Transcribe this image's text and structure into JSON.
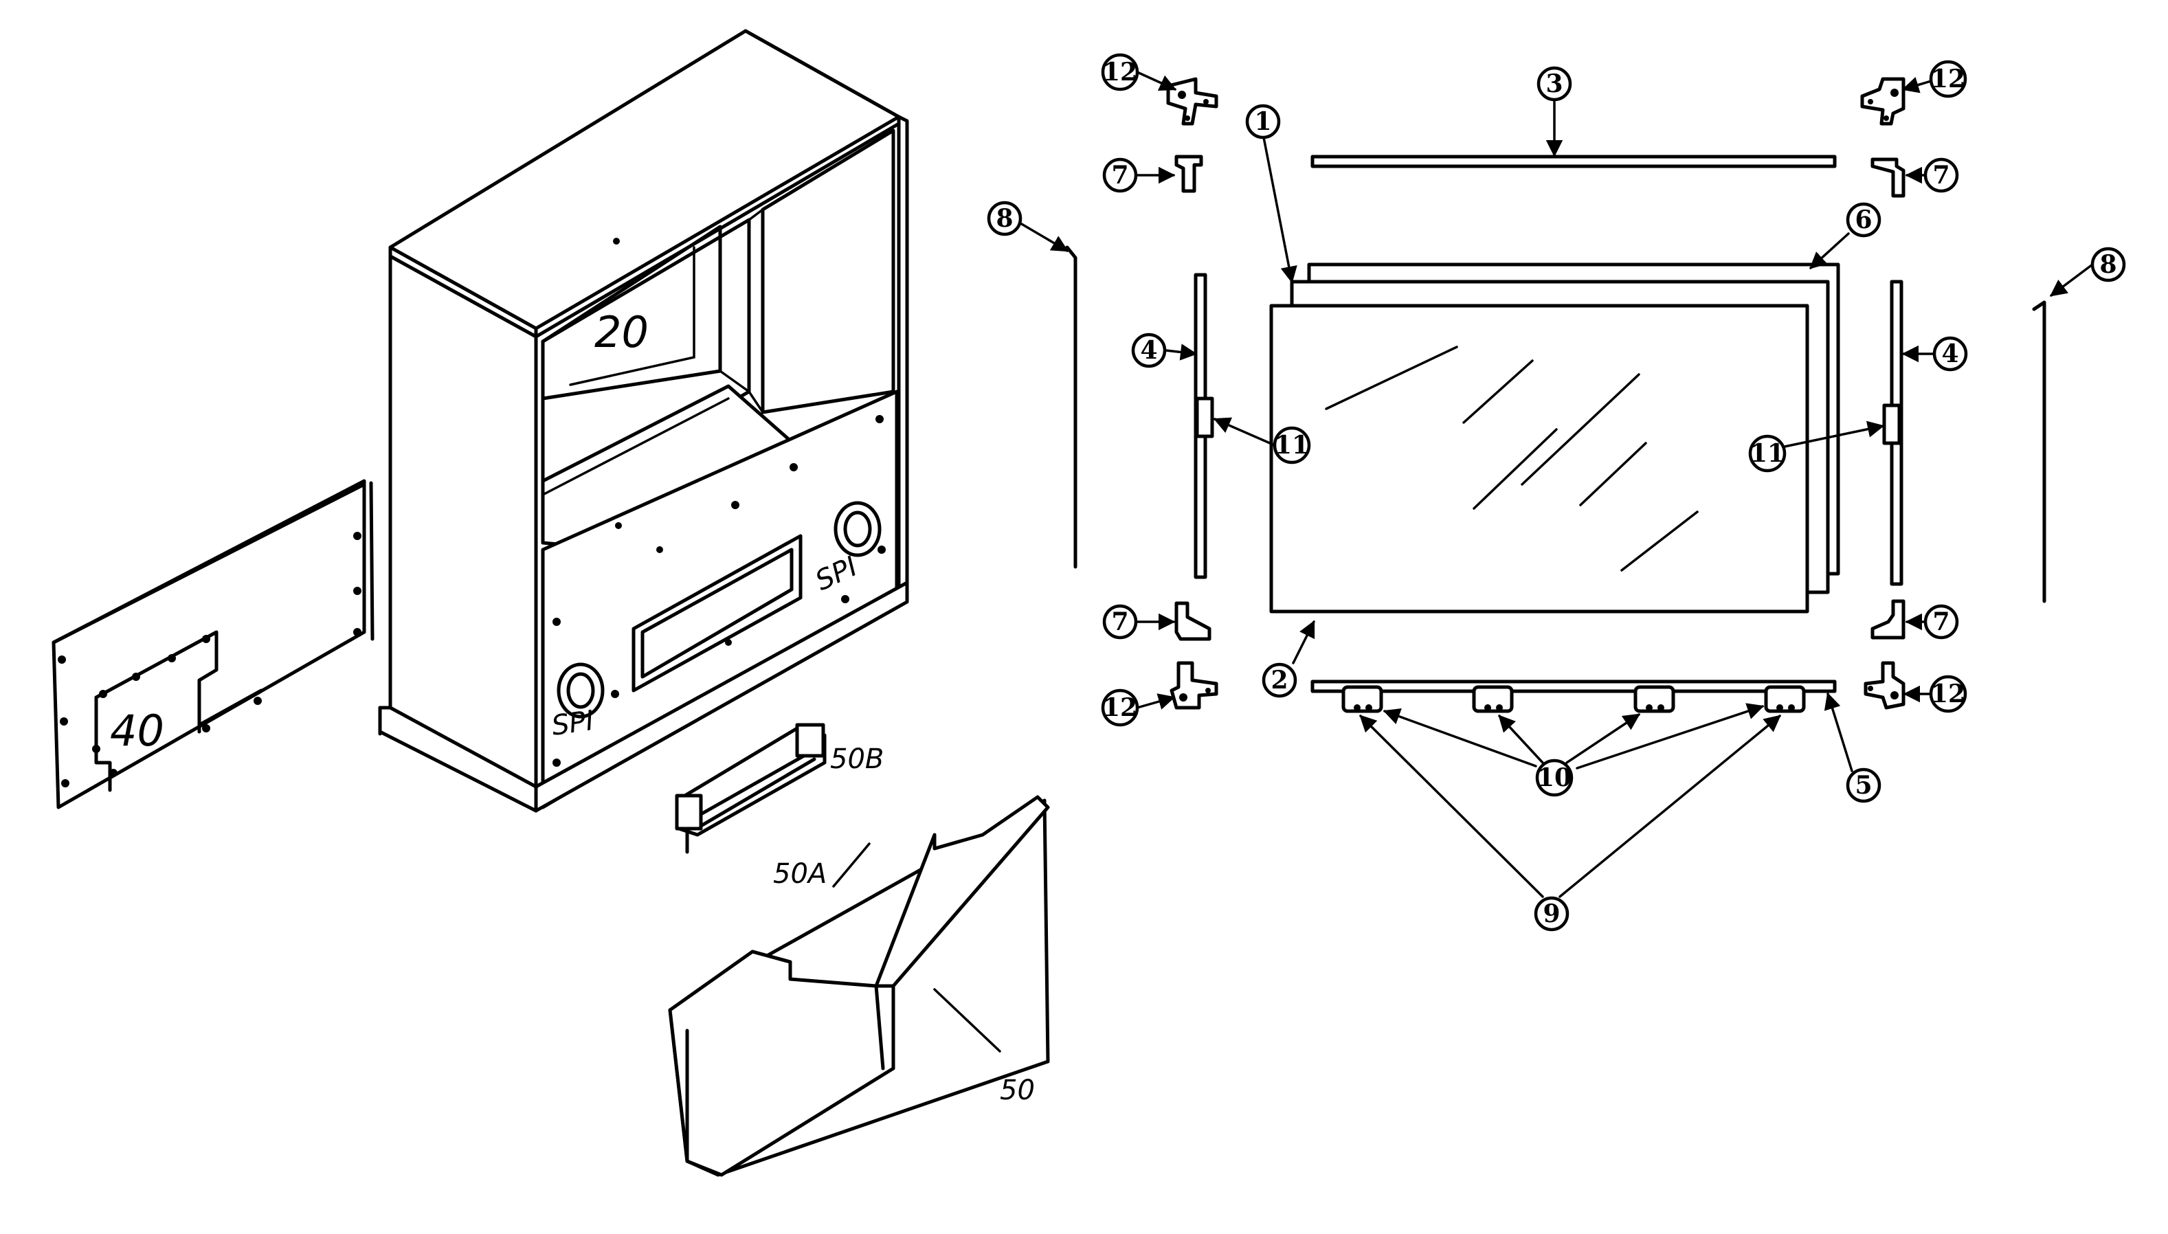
{
  "assembly_labels": {
    "cabinet": "20",
    "back_panel": "40",
    "base_front": "50",
    "base_top": "50A",
    "base_bracket": "50B",
    "speaker_left": "SPI",
    "speaker_right": "SPI"
  },
  "callouts": {
    "c1": "1",
    "c2": "2",
    "c3": "3",
    "c4_left": "4",
    "c4_right": "4",
    "c5": "5",
    "c6": "6",
    "c7_top_left": "7",
    "c7_top_right": "7",
    "c7_bottom_left": "7",
    "c7_bottom_right": "7",
    "c8_left": "8",
    "c8_right": "8",
    "c9": "9",
    "c10": "10",
    "c11_left": "11",
    "c11_right": "11",
    "c12_top_left": "12",
    "c12_top_right": "12",
    "c12_bottom_left": "12",
    "c12_bottom_right": "12"
  }
}
